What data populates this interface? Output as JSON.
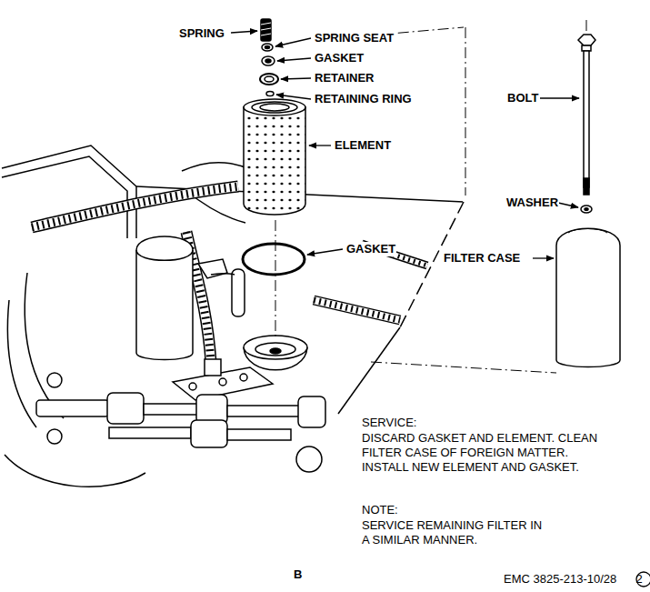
{
  "diagram": {
    "labels": [
      "SPRING",
      "SPRING SEAT",
      "GASKET",
      "RETAINER",
      "RETAINING RING",
      "ELEMENT",
      "GASKET",
      "BOLT",
      "WASHER",
      "FILTER CASE",
      "SERVICE:",
      "DISCARD GASKET AND ELEMENT. CLEAN FILTER CASE OF FOREIGN MATTER. INSTALL NEW ELEMENT AND GASKET.",
      "NOTE:",
      "SERVICE REMAINING FILTER IN A SIMILAR MANNER.",
      "B",
      "EMC 3825-213-10/28",
      "2"
    ]
  }
}
